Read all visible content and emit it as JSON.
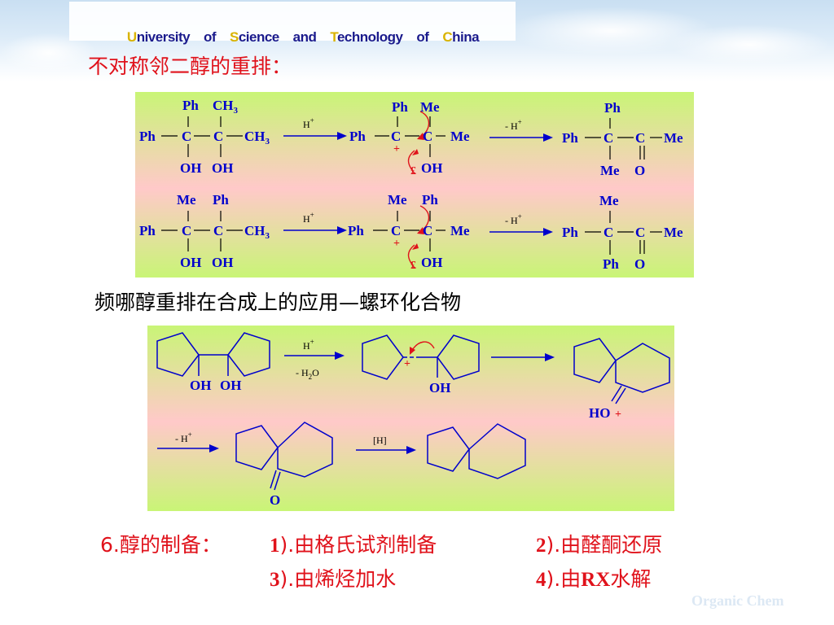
{
  "header": {
    "banner": [
      {
        "initial": "U",
        "rest": "niversity"
      },
      {
        "initial": "",
        "rest": "of"
      },
      {
        "initial": "S",
        "rest": "cience"
      },
      {
        "initial": "",
        "rest": "and"
      },
      {
        "initial": "T",
        "rest": "echnology"
      },
      {
        "initial": "",
        "rest": "of"
      },
      {
        "initial": "C",
        "rest": "hina"
      }
    ]
  },
  "title": "不对称邻二醇的重排：",
  "subtitle": "频哪醇重排在合成上的应用—螺环化合物",
  "scheme1": {
    "ph": "Ph",
    "me": "Me",
    "c": "C",
    "oh": "OH",
    "o": "O",
    "ch": "CH",
    "sub3": "3",
    "h": "H",
    "minus_h": "- H",
    "plus": "+",
    "cation": "£"
  },
  "scheme2": {
    "h": "H",
    "plus": "+",
    "minus_h2o": "- H",
    "sub2": "2",
    "o_suffix": "O",
    "oh": "OH",
    "ho": "HO",
    "minus_h": "- H",
    "reduce": "[H]",
    "o": "O"
  },
  "preparation": {
    "label": "6.醇的制备：",
    "items": [
      {
        "num": "1",
        "rest": ").由格氏试剂制备"
      },
      {
        "num": "2",
        "rest": ").由醛酮还原"
      },
      {
        "num": "3",
        "rest": ").由烯烃加水"
      },
      {
        "num": "4",
        "rest": ").由",
        "bold": "RX",
        "tail": "水解"
      }
    ]
  },
  "footer": "Organic Chem",
  "colors": {
    "banner_text": "#1a1a8c",
    "banner_initial": "#d9b300",
    "heading": "#e0121b",
    "chem": "#0000cc",
    "panel_green": "#c9f576",
    "panel_pink": "#ffc9c9"
  }
}
